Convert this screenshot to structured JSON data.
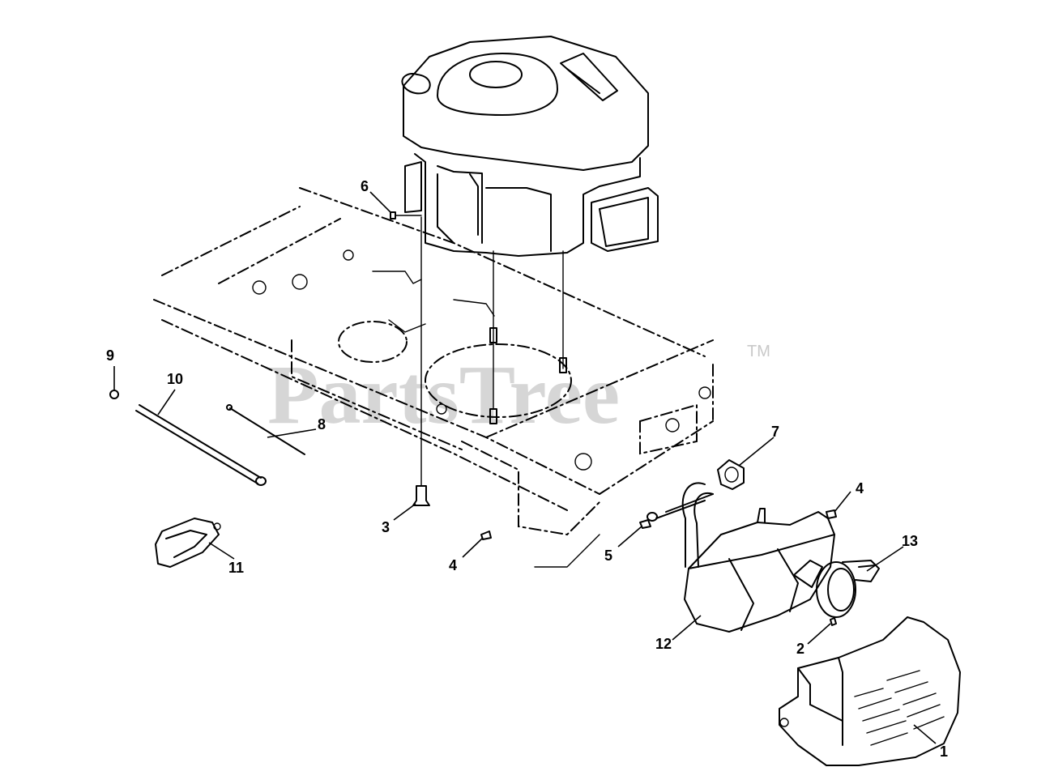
{
  "watermark": {
    "text": "PartsTree",
    "trademark": "TM"
  },
  "callouts": [
    {
      "id": "label-1",
      "text": "1"
    },
    {
      "id": "label-2",
      "text": "2"
    },
    {
      "id": "label-3",
      "text": "3"
    },
    {
      "id": "label-4a",
      "text": "4"
    },
    {
      "id": "label-4b",
      "text": "4"
    },
    {
      "id": "label-5",
      "text": "5"
    },
    {
      "id": "label-6",
      "text": "6"
    },
    {
      "id": "label-7",
      "text": "7"
    },
    {
      "id": "label-8",
      "text": "8"
    },
    {
      "id": "label-9",
      "text": "9"
    },
    {
      "id": "label-10",
      "text": "10"
    },
    {
      "id": "label-11",
      "text": "11"
    },
    {
      "id": "label-12",
      "text": "12"
    },
    {
      "id": "label-13",
      "text": "13"
    }
  ]
}
